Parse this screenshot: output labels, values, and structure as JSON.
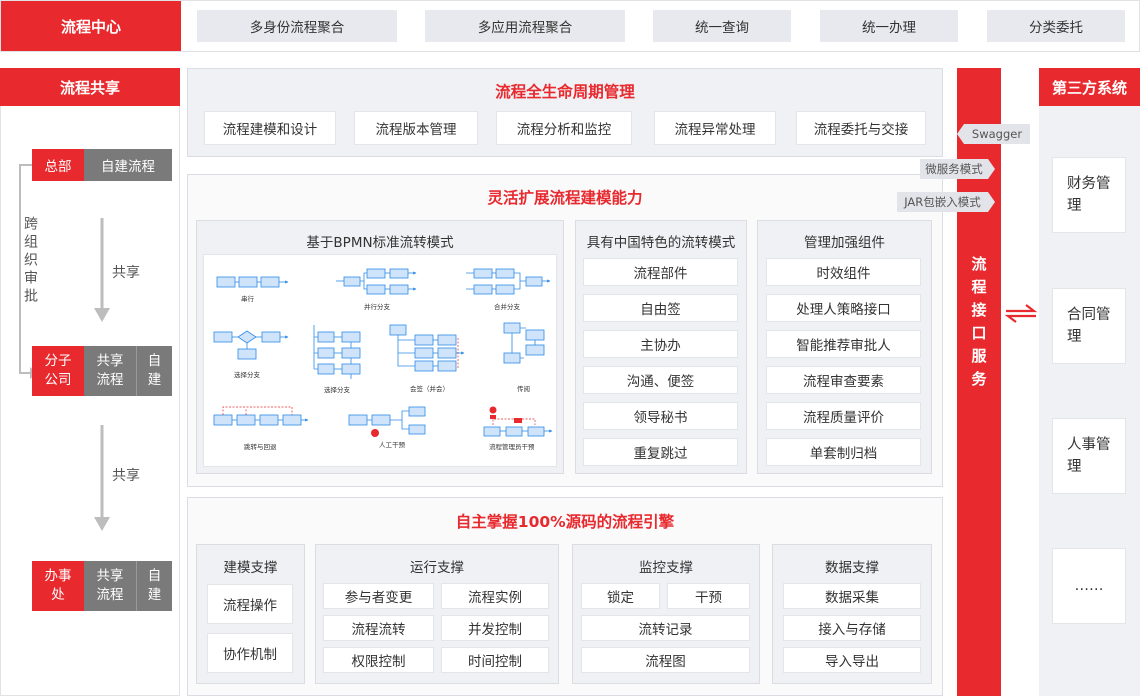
{
  "top": {
    "center_label": "流程中心",
    "tabs": [
      "多身份流程聚合",
      "多应用流程聚合",
      "统一查询",
      "统一办理",
      "分类委托"
    ]
  },
  "left": {
    "title": "流程共享",
    "hq": {
      "label": "总部",
      "side": "自建流程"
    },
    "cross_org": "跨组织审批",
    "share": "共享",
    "branch": {
      "label": "分子公司",
      "shared": "共享流程",
      "self": "自建"
    },
    "office": {
      "label": "办事处",
      "shared": "共享流程",
      "self": "自建"
    }
  },
  "lifecycle": {
    "title": "流程全生命周期管理",
    "items": [
      "流程建模和设计",
      "流程版本管理",
      "流程分析和监控",
      "流程异常处理",
      "流程委托与交接"
    ]
  },
  "modeling": {
    "title": "灵活扩展流程建模能力",
    "bpmn": {
      "title": "基于BPMN标准流转模式",
      "diagrams": [
        "串行",
        "并行分支",
        "合并分支",
        "选择分支",
        "选择分支",
        "会签（并会）",
        "传阅",
        "跳转与回退",
        "人工干预",
        "流程管理员干预"
      ]
    },
    "china": {
      "title": "具有中国特色的流转模式",
      "items": [
        "流程部件",
        "自由签",
        "主协办",
        "沟通、便签",
        "领导秘书",
        "重复跳过"
      ]
    },
    "mgmt": {
      "title": "管理加强组件",
      "items": [
        "时效组件",
        "处理人策略接口",
        "智能推荐审批人",
        "流程审查要素",
        "流程质量评价",
        "单套制归档"
      ]
    }
  },
  "engine": {
    "title": "自主掌握100%源码的流程引擎",
    "build": {
      "title": "建模支撑",
      "items": [
        "流程操作",
        "协作机制"
      ]
    },
    "run": {
      "title": "运行支撑",
      "items": [
        "参与者变更",
        "流程实例",
        "流程流转",
        "并发控制",
        "权限控制",
        "时间控制"
      ]
    },
    "monitor": {
      "title": "监控支撑",
      "items": [
        "锁定",
        "干预",
        "流转记录",
        "流程图"
      ]
    },
    "data": {
      "title": "数据支撑",
      "items": [
        "数据采集",
        "接入与存储",
        "导入导出"
      ]
    }
  },
  "interface": {
    "label": "流程接口服务",
    "tags": [
      "Swagger",
      "微服务模式",
      "JAR包嵌入模式"
    ]
  },
  "third_party": {
    "title": "第三方系统",
    "items": [
      "财务管理",
      "合同管理",
      "人事管理",
      "……"
    ]
  },
  "colors": {
    "accent": "#e8292e",
    "gray": "#7a7a7a",
    "panel": "#f0f1f4",
    "node_blue": "#2d8ae6"
  }
}
